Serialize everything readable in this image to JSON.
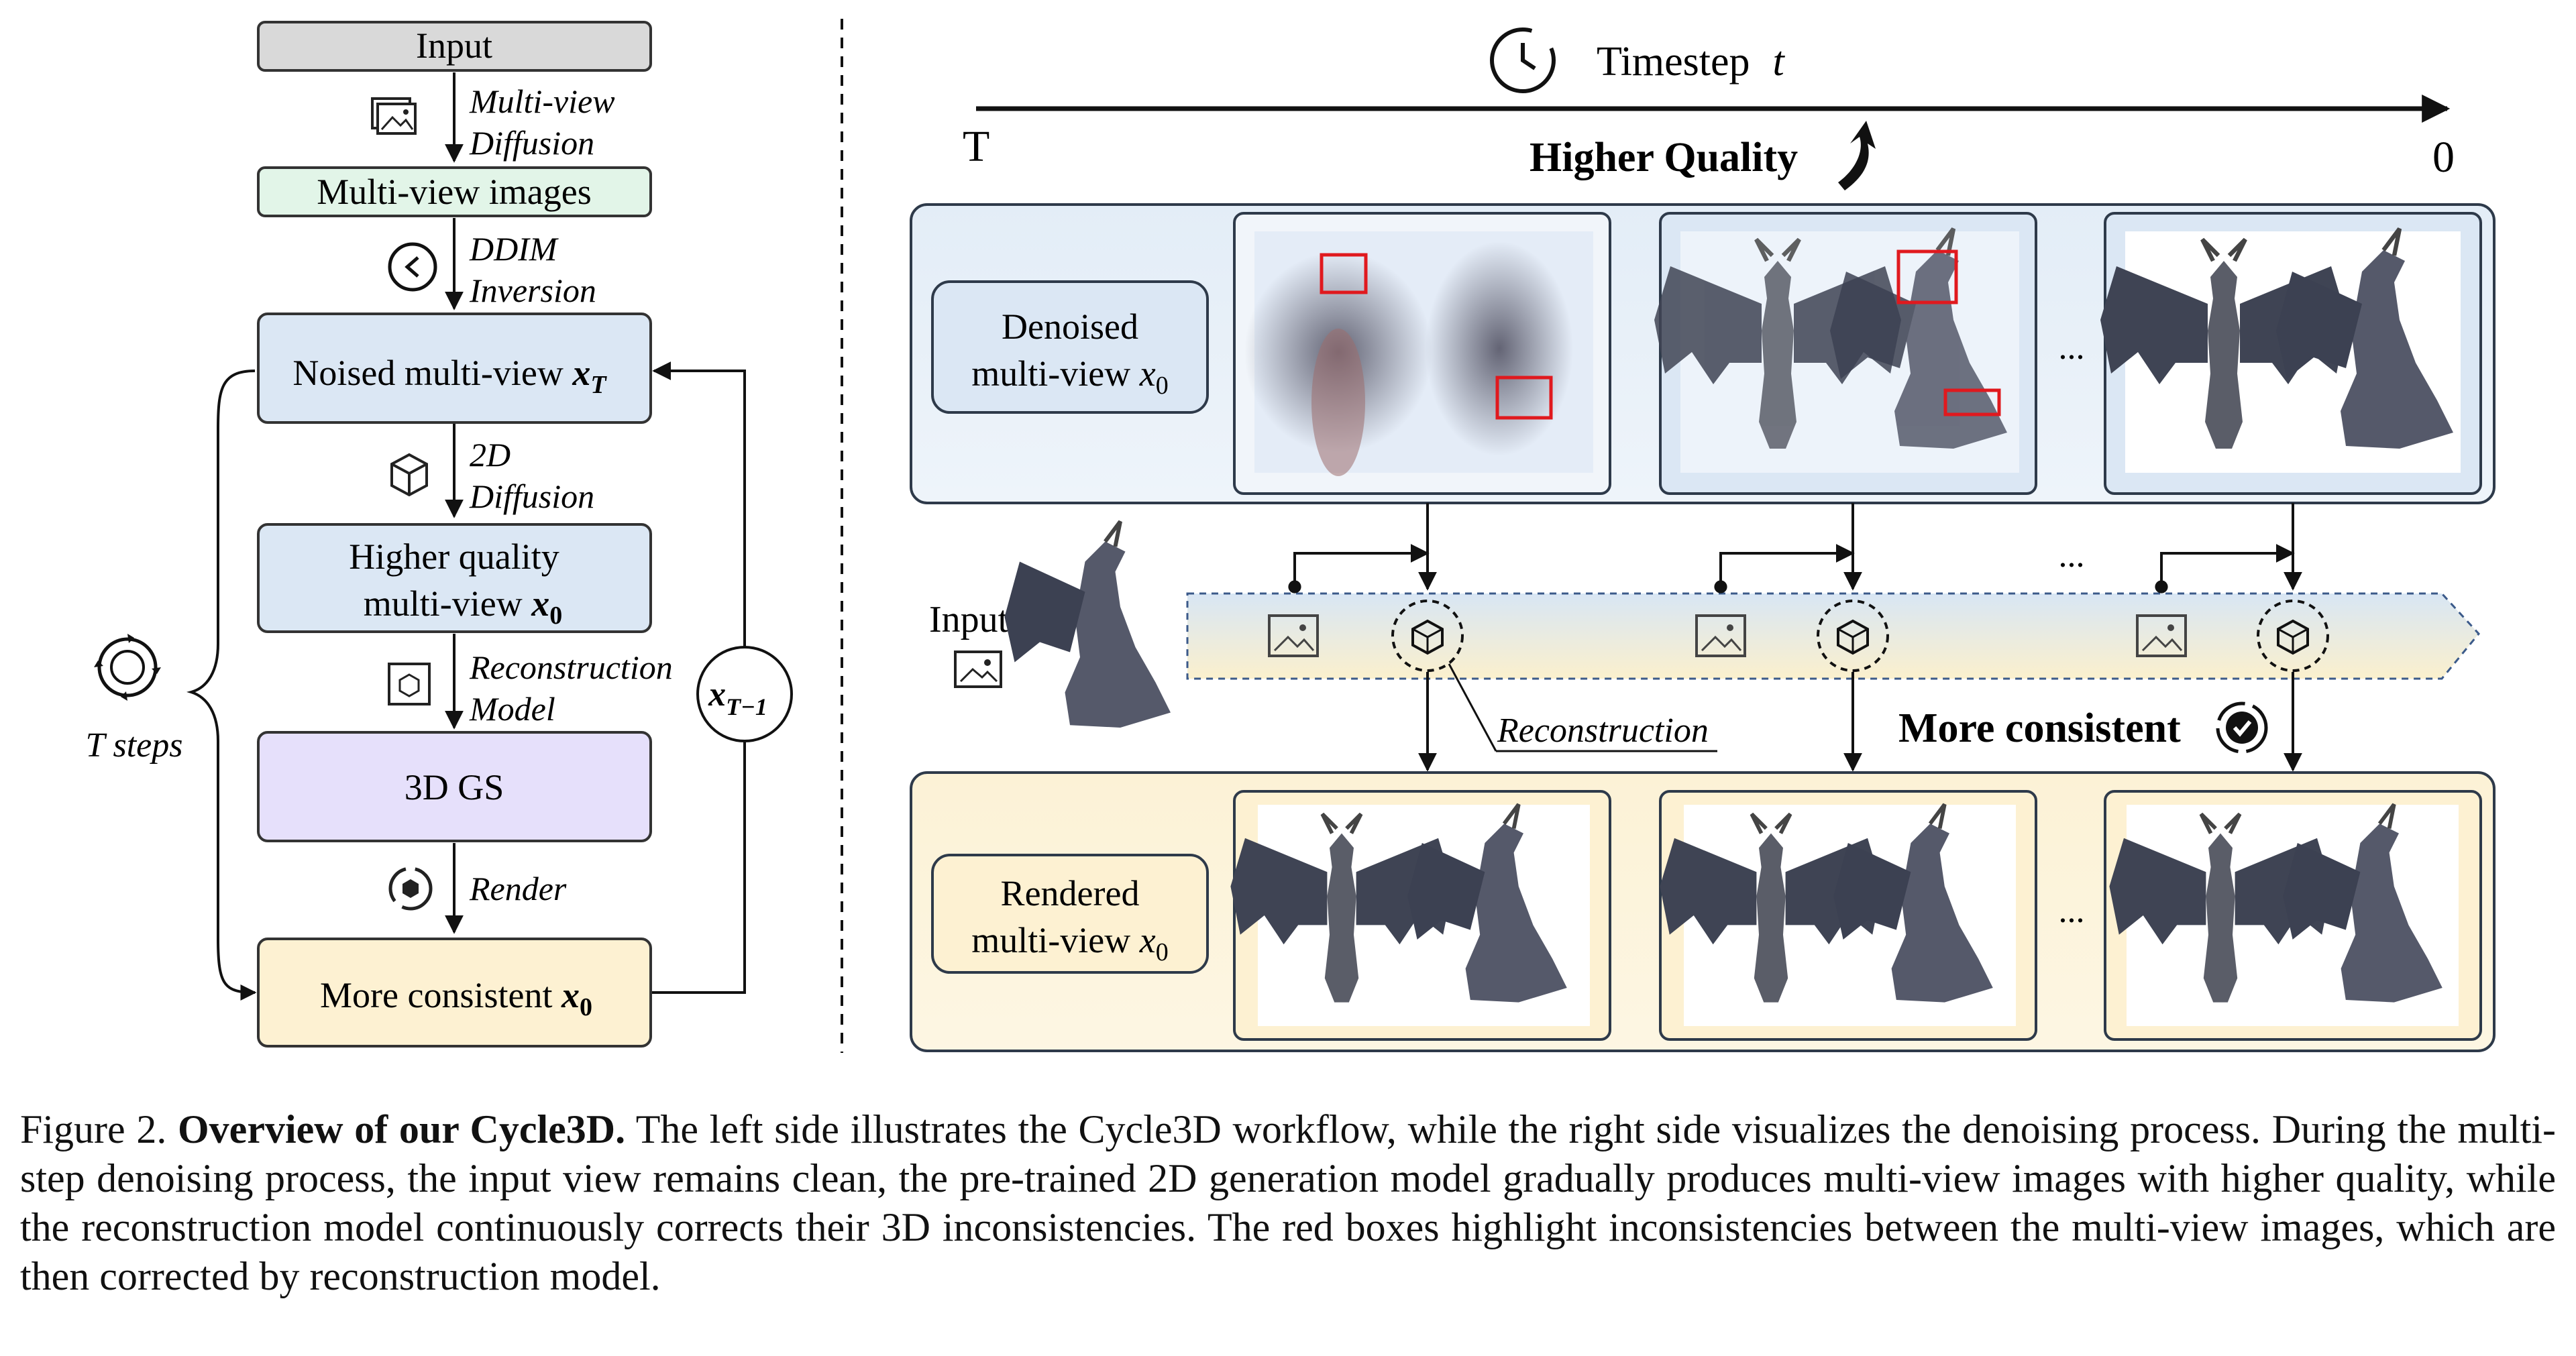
{
  "left": {
    "input_label": "Input",
    "mv_diffusion_label": [
      "Multi-view",
      "Diffusion"
    ],
    "mv_images_label": "Multi-view images",
    "ddim_label": [
      "DDIM",
      "Inversion"
    ],
    "noised_label": "Noised multi-view ",
    "noised_var": "x",
    "noised_sub": "T",
    "diffusion2d_label": [
      "2D",
      "Diffusion"
    ],
    "higher_quality_label": [
      "Higher quality",
      "multi-view "
    ],
    "x0_var": "x",
    "x0_sub": "0",
    "recon_model_label": [
      "Reconstruction",
      "Model"
    ],
    "gs_label": "3D GS",
    "render_label": "Render",
    "more_consistent_label": "More consistent ",
    "loop_var": "x",
    "loop_sub": "T−1",
    "t_steps_label": "T steps"
  },
  "right": {
    "timestep_label": "Timestep",
    "timestep_var": "t",
    "start_label": "T",
    "end_label": "0",
    "higher_quality_banner": "Higher  Quality",
    "denoised_label": [
      "Denoised",
      "multi-view "
    ],
    "input_label": "Input",
    "reconstruction_label": "Reconstruction",
    "more_consistent_banner": "More consistent",
    "rendered_label": [
      "Rendered",
      "multi-view "
    ],
    "ellipsis": "..."
  },
  "caption": {
    "prefix": "Figure 2.",
    "title": "Overview of our Cycle3D.",
    "body": "The left side illustrates the Cycle3D workflow, while the right side visualizes the denoising process. During the multi-step denoising process, the input view remains clean, the pre-trained 2D generation model gradually produces multi-view images with higher quality, while the reconstruction model continuously corrects their 3D inconsistencies. The red boxes highlight inconsistencies between the multi-view images, which are then corrected by reconstruction model."
  },
  "colors": {
    "input_box": "#d9d9d9",
    "mv_images_box": "#e2f5e8",
    "blue_box": "#dbe7f4",
    "purple_box": "#e6e0fb",
    "yellow_box": "#fdf1d2",
    "red_highlight": "#e0191e",
    "dragon": "#4a4e5c"
  }
}
